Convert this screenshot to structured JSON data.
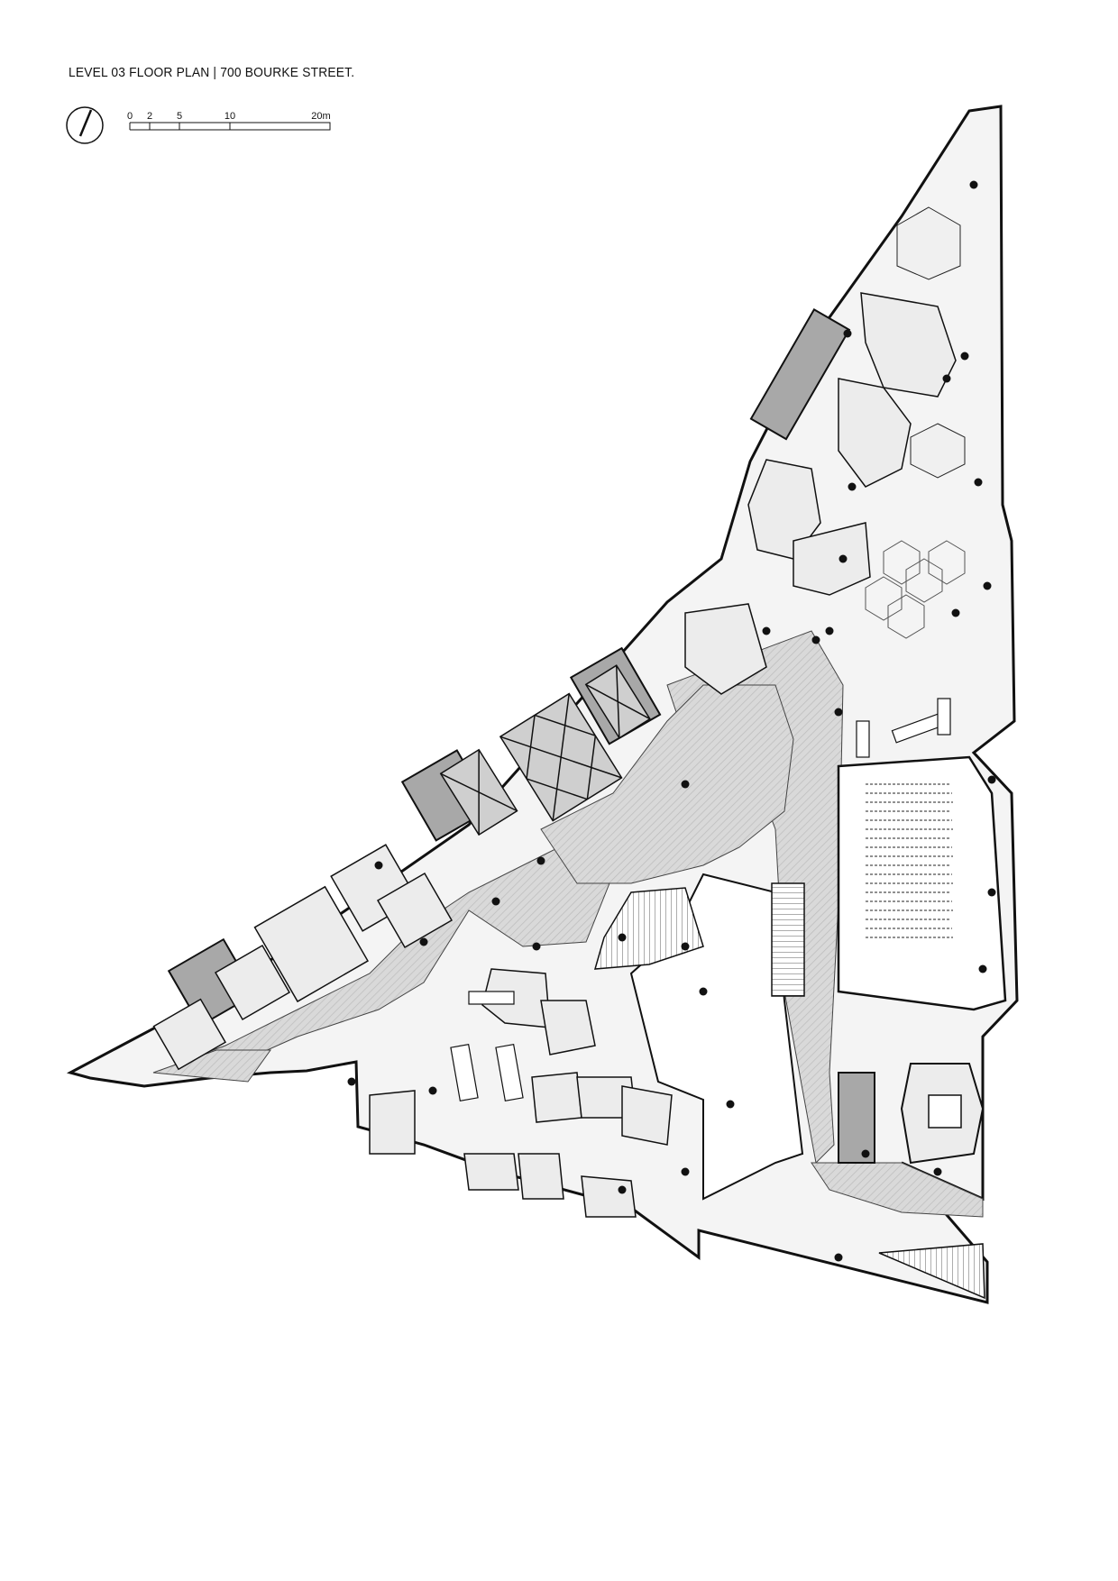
{
  "sheet": {
    "title": "LEVEL 03 FLOOR PLAN | 700 BOURKE STREET."
  },
  "north_arrow": {
    "icon": "north-arrow-icon"
  },
  "scale_bar": {
    "ticks": [
      "0",
      "2",
      "5",
      "10",
      "20m"
    ]
  },
  "colors": {
    "line": "#1a1a1a",
    "circulation_fill": "#d4d4d4",
    "service_core_fill": "#a8a8a8",
    "room_fill": "#ececec"
  }
}
